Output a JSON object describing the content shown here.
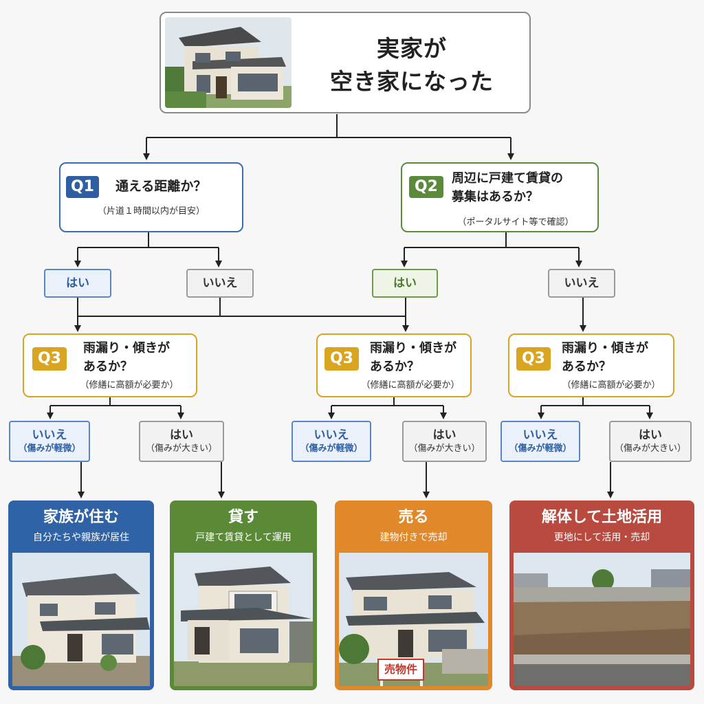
{
  "top": {
    "title_line1": "実家が",
    "title_line2": "空き家になった"
  },
  "q1": {
    "badge": "Q1",
    "text": "通える距離か？",
    "note": "（片道１時間以内が目安）"
  },
  "q2": {
    "badge": "Q2",
    "text_line1": "周辺に戸建て賃貸の",
    "text_line2": "募集はあるか？",
    "note": "（ポータルサイト等で確認）"
  },
  "q1_answers": {
    "yes": "はい",
    "no": "いいえ"
  },
  "q2_answers": {
    "yes": "はい",
    "no": "いいえ"
  },
  "q3": [
    {
      "badge": "Q3",
      "line1": "雨漏り・傾きが",
      "line2": "あるか？",
      "note": "（修繕に高額が必要か）"
    },
    {
      "badge": "Q3",
      "line1": "雨漏り・傾きが",
      "line2": "あるか？",
      "note": "（修繕に高額が必要か）"
    },
    {
      "badge": "Q3",
      "line1": "雨漏り・傾きが",
      "line2": "あるか？",
      "note": "（修繕に高額が必要か）"
    }
  ],
  "q3_answers": [
    {
      "no_l1": "いいえ",
      "no_l2": "（傷みが軽微）",
      "yes_l1": "はい",
      "yes_l2": "（傷みが大きい）"
    },
    {
      "no_l1": "いいえ",
      "no_l2": "（傷みが軽微）",
      "yes_l1": "はい",
      "yes_l2": "（傷みが大きい）"
    },
    {
      "no_l1": "いいえ",
      "no_l2": "（傷みが軽微）",
      "yes_l1": "はい",
      "yes_l2": "（傷みが大きい）"
    }
  ],
  "results": [
    {
      "title": "家族が住む",
      "sub": "自分たちや親族が居住",
      "color": "#2f63a6"
    },
    {
      "title": "貸す",
      "sub": "戸建て賃貸として運用",
      "color": "#5a8a35"
    },
    {
      "title": "売る",
      "sub": "建物付きで売却",
      "color": "#e0882a",
      "sign": "売物件"
    },
    {
      "title": "解体して土地活用",
      "sub": "更地にして活用・売却",
      "color": "#b84a3f"
    }
  ]
}
